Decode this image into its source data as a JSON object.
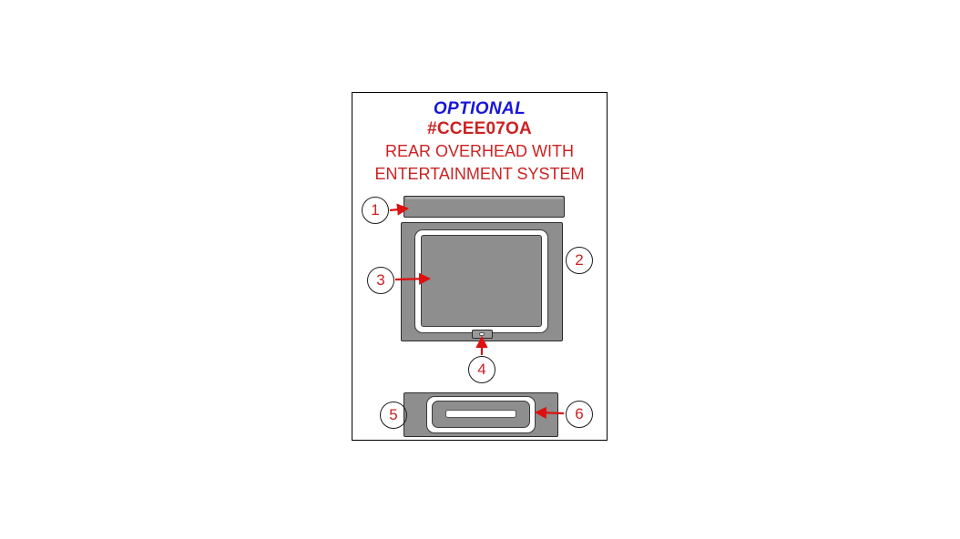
{
  "panel": {
    "heading": {
      "optional_label": "OPTIONAL",
      "part_code": "#CCEE07OA",
      "description_line1": "REAR OVERHEAD WITH",
      "description_line2": "ENTERTAINMENT SYSTEM"
    },
    "colors": {
      "optional_text": "#1616d8",
      "part_code_text": "#cc2222",
      "description_text": "#cc2222",
      "callout_number": "#cc2222",
      "callout_outline": "#1c1c1c",
      "leader_arrow": "#dd1111",
      "trim_fill": "#8e8e8e",
      "trim_outline": "#2b2b2b",
      "bezel_fill": "#ffffff",
      "panel_border": "#000000",
      "background": "#ffffff"
    },
    "callouts": [
      {
        "id": "1",
        "number": "1",
        "part": "top-trim-bar"
      },
      {
        "id": "2",
        "number": "2",
        "part": "main-housing"
      },
      {
        "id": "3",
        "number": "3",
        "part": "screen"
      },
      {
        "id": "4",
        "number": "4",
        "part": "latch-button"
      },
      {
        "id": "5",
        "number": "5",
        "part": "lower-console-bezel"
      },
      {
        "id": "6",
        "number": "6",
        "part": "lower-console-slot"
      }
    ]
  }
}
